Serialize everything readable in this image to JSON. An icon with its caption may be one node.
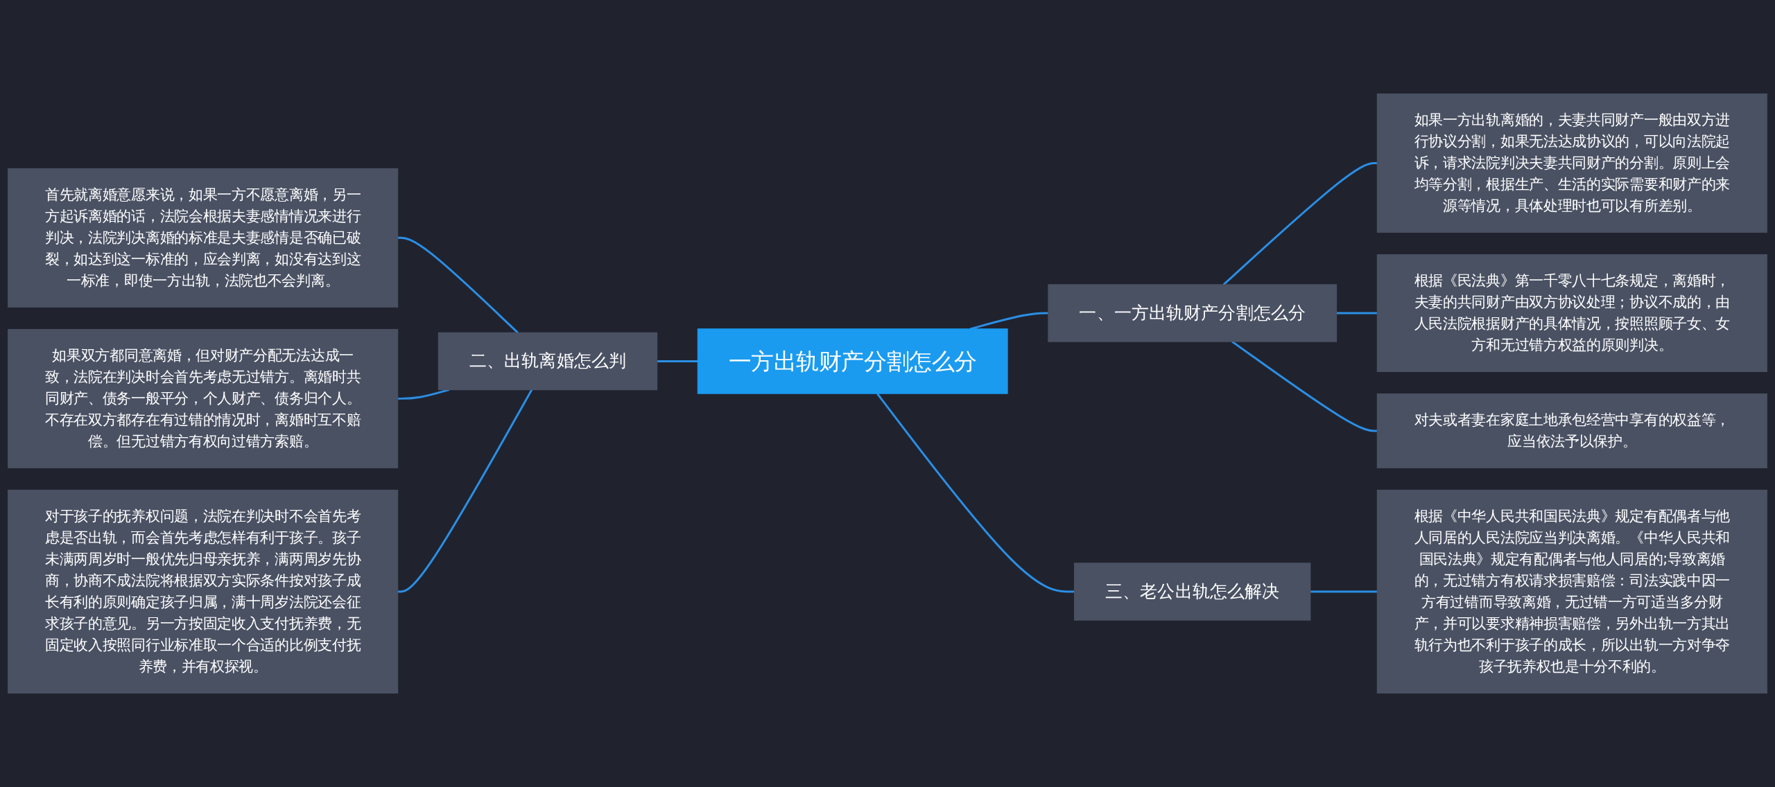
{
  "diagram": {
    "nodes": [
      {
        "text": [
          "一方出轨财产分割怎么分"
        ]
      },
      {
        "text": [
          "一、一方出轨财产分割怎么分"
        ]
      },
      {
        "text": [
          "如果一方出轨离婚的，夫妻共同财产一般由双方进行协议分割，如果无法达成协议的，可以向法院起诉，请求法院判决夫妻共同财产的分割。原则上会均等分割，根据生产、生活的实际需要和财产的来源等情况，具体处理时也可以有所差别。"
        ]
      },
      {
        "text": [
          "根据《民法典》第一千零八十七条规定，离婚时，夫妻的共同财产由双方协议处理；协议不成的，由人民法院根据财产的具体情况，按照照顾子女、女方和无过错方权益的原则判决。"
        ]
      },
      {
        "text": [
          "对夫或者妻在家庭土地承包经营中享有的权益等，应当依法予以保护。"
        ]
      },
      {
        "text": [
          "三、老公出轨怎么解决"
        ]
      },
      {
        "text": [
          "根据《中华人民共和国民法典》规定有配偶者与他人同居的人民法院应当判决离婚。《中华人民共和国民法典》规定有配偶者与他人同居的;导致离婚的，无过错方有权请求损害赔偿：司法实践中因一方有过错而导致离婚，无过错一方可适当多分财产，并可以要求精神损害赔偿，另外出轨一方其出轨行为也不利于孩子的成长，所以出轨一方对争夺孩子抚养权也是十分不利的。"
        ]
      },
      {
        "text": [
          "二、出轨离婚怎么判"
        ]
      },
      {
        "text": [
          "首先就离婚意愿来说，如果一方不愿意离婚，另一方起诉离婚的话，法院会根据夫妻感情情况来进行判决，法院判决离婚的标准是夫妻感情是否确已破裂，如达到这一标准的，应会判离，如没有达到这一标准，即使一方出轨，法院也不会判离。"
        ]
      },
      {
        "text": [
          "如果双方都同意离婚，但对财产分配无法达成一致，法院在判决时会首先考虑无过错方。离婚时共同财产、债务一般平分，个人财产、债务归个人。不存在双方都存在有过错的情况时，离婚时互不赔偿。但无过错方有权向过错方索赔。"
        ]
      },
      {
        "text": [
          "对于孩子的抚养权问题，法院在判决时不会首先考虑是否出轨，而会首先考虑怎样有利于孩子。孩子未满两周岁时一般优先归母亲抚养，满两周岁先协商，协商不成法院将根据双方实际条件按对孩子成长有利的原则确定孩子归属，满十周岁法院还会征求孩子的意见。另一方按固定收入支付抚养费，无固定收入按照同行业标准取一个合适的比例支付抚养费，并有权探视。"
        ]
      }
    ],
    "edges": [
      {
        "from": 0,
        "to": 1,
        "arrow": "none"
      },
      {
        "from": 1,
        "to": 2,
        "arrow": "none"
      },
      {
        "from": 1,
        "to": 3,
        "arrow": "none"
      },
      {
        "from": 1,
        "to": 4,
        "arrow": "none"
      },
      {
        "from": 0,
        "to": 5,
        "arrow": "none"
      },
      {
        "from": 5,
        "to": 6,
        "arrow": "none"
      },
      {
        "from": 7,
        "to": 0,
        "arrow": "none"
      },
      {
        "from": 8,
        "to": 7,
        "arrow": "none"
      },
      {
        "from": 9,
        "to": 7,
        "arrow": "none"
      },
      {
        "from": 10,
        "to": 7,
        "arrow": "none"
      }
    ]
  }
}
